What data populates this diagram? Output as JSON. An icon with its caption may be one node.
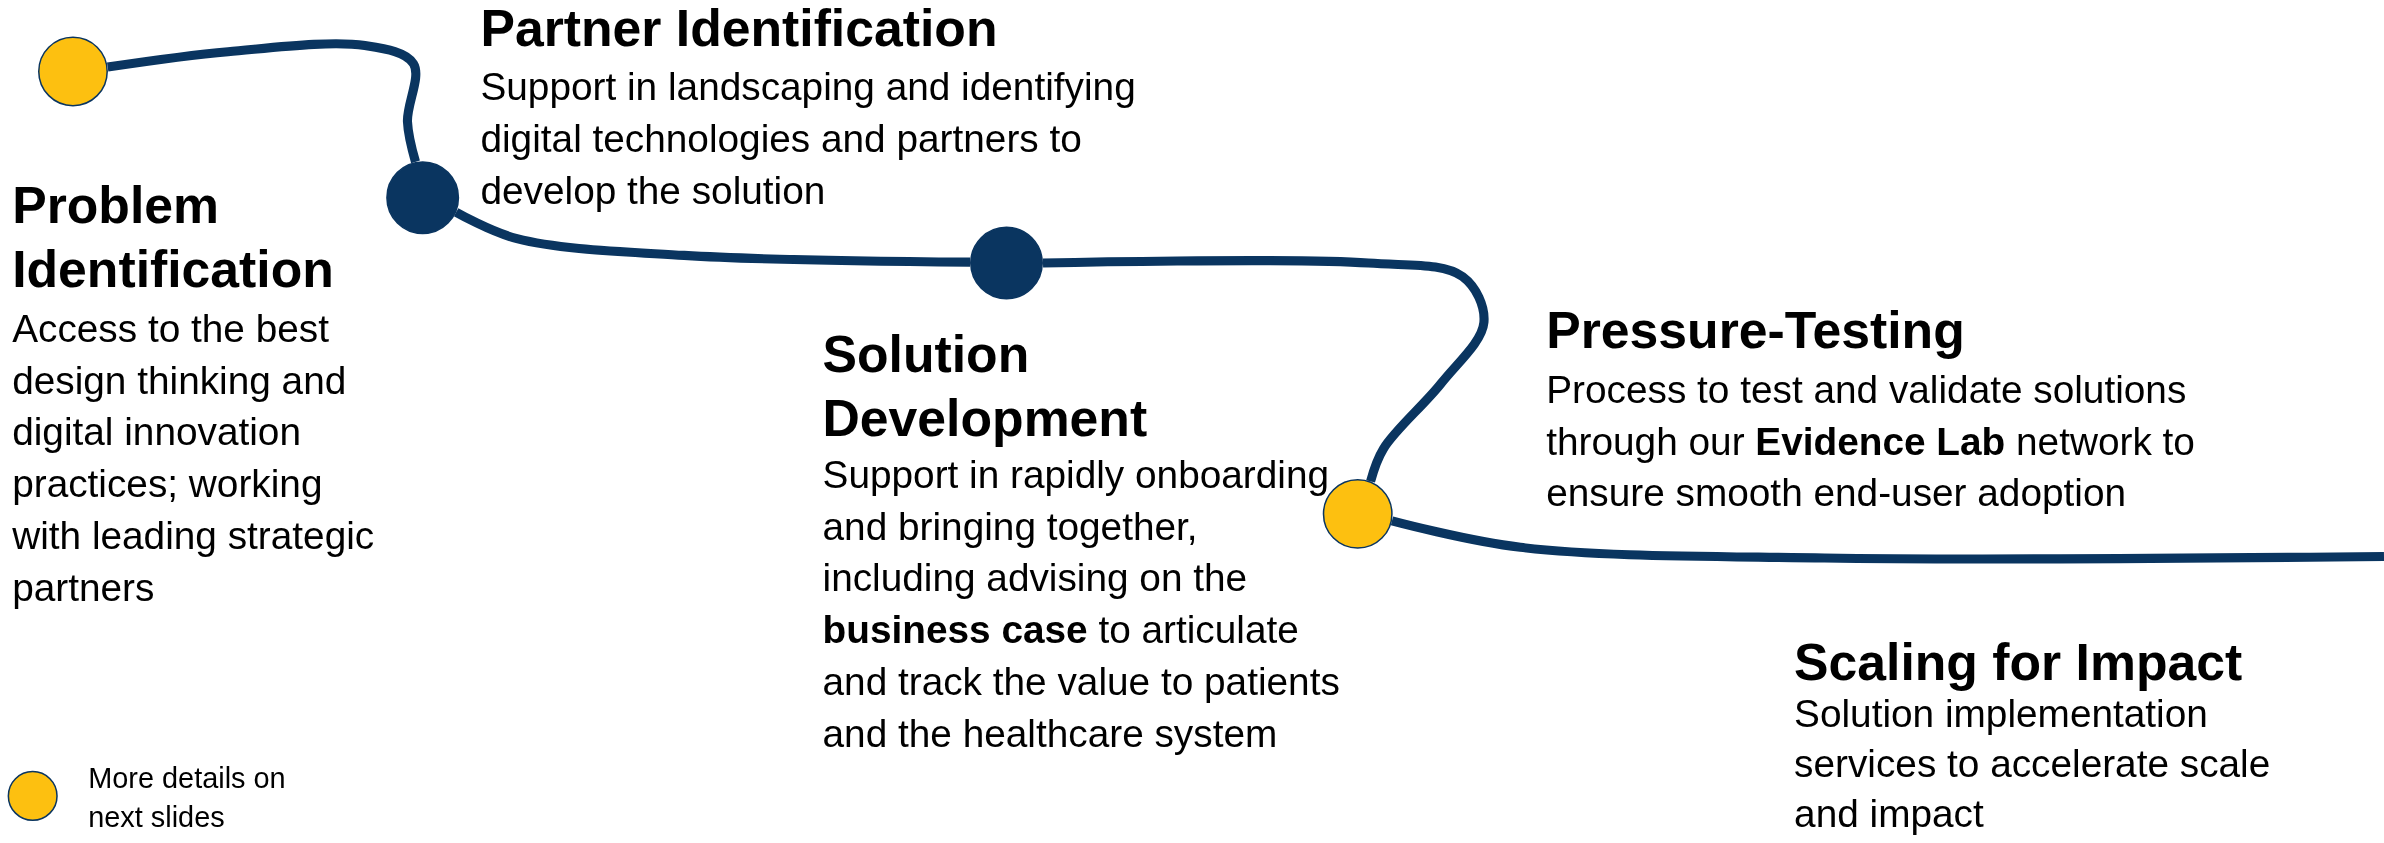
{
  "diagram": {
    "nodes": [
      {
        "text": [],
        "shape": "circle"
      },
      {
        "text": [],
        "shape": "circle"
      },
      {
        "text": [],
        "shape": "circle"
      },
      {
        "text": [],
        "shape": "circle"
      }
    ],
    "edges": [
      {
        "from": 0,
        "to": 1,
        "arrow": "none"
      },
      {
        "from": 1,
        "to": 2,
        "arrow": "none"
      },
      {
        "from": 2,
        "to": 3,
        "arrow": "none"
      },
      {
        "from": 3,
        "to": null,
        "arrow": "none"
      }
    ],
    "labels": [
      "Problem Identification",
      "Access to the best design thinking and digital innovation practices; working with leading strategic partners",
      "Partner Identification",
      "Support in landscaping and identifying digital technologies and partners to develop the solution",
      "Solution Development",
      "Support in rapidly onboarding and bringing together, including advising on the **business case** to articulate and track the value to patients and the healthcare system",
      "Pressure-Testing",
      "Process to test and validate solutions through our **Evidence Lab** network to ensure smooth end-user adoption",
      "Scaling for Impact",
      "Solution implementation services to accelerate scale and impact"
    ],
    "legend": [
      {
        "text": "More details on next slides",
        "color": "#fdc010"
      }
    ]
  }
}
